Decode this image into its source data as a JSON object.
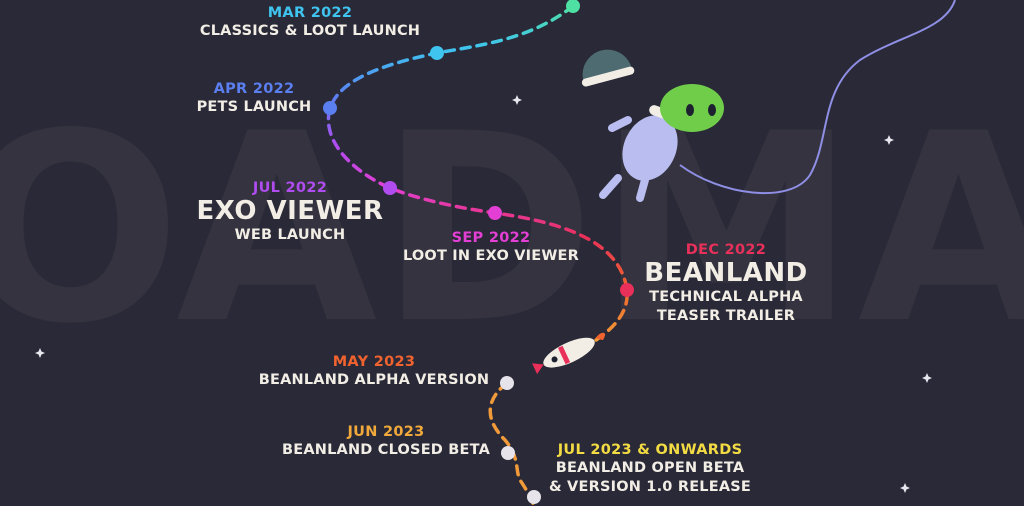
{
  "background_word": "OADMA",
  "colors": {
    "background": "#2a2937",
    "text": "#f2eee6"
  },
  "milestones": [
    {
      "id": "mar-2022",
      "date": "MAR 2022",
      "color": "#3fc4ef",
      "lines": [
        "CLASSICS & LOOT LAUNCH"
      ]
    },
    {
      "id": "apr-2022",
      "date": "APR 2022",
      "color": "#5b7ff0",
      "lines": [
        "PETS LAUNCH"
      ]
    },
    {
      "id": "jul-2022",
      "date": "JUL 2022",
      "color": "#b04cf0",
      "title": "EXO VIEWER",
      "lines": [
        "WEB LAUNCH"
      ]
    },
    {
      "id": "sep-2022",
      "date": "SEP 2022",
      "color": "#e33fd4",
      "lines": [
        "LOOT IN EXO VIEWER"
      ]
    },
    {
      "id": "dec-2022",
      "date": "DEC 2022",
      "color": "#e8305a",
      "title": "BEANLAND",
      "lines": [
        "TECHNICAL ALPHA",
        "TEASER TRAILER"
      ]
    },
    {
      "id": "may-2023",
      "date": "MAY 2023",
      "color": "#f0632e",
      "lines": [
        "BEANLAND ALPHA VERSION"
      ]
    },
    {
      "id": "jun-2023",
      "date": "JUN 2023",
      "color": "#f0a93a",
      "lines": [
        "BEANLAND CLOSED BETA"
      ]
    },
    {
      "id": "jul-2023",
      "date": "JUL 2023 & ONWARDS",
      "color": "#f3dc43",
      "lines": [
        "BEANLAND OPEN BETA",
        "& VERSION 1.0 RELEASE"
      ]
    }
  ],
  "illustrations": {
    "astronaut": "astronaut-bean-icon",
    "helmet": "helmet-icon",
    "rocket": "rocket-icon",
    "stars": "star-icon"
  }
}
